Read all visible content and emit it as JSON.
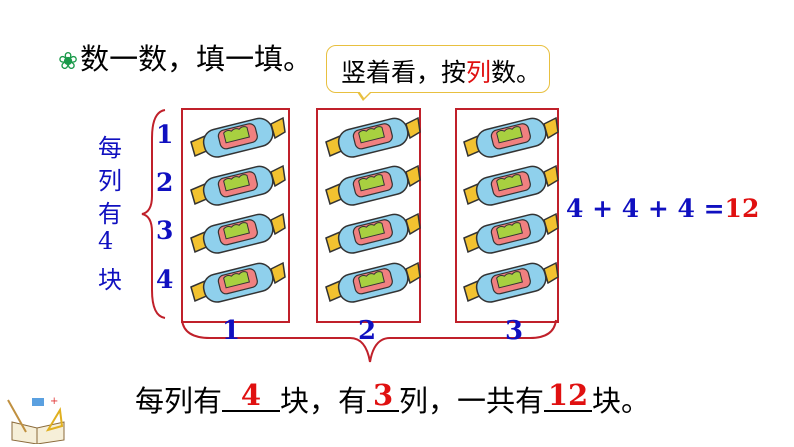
{
  "title": "数一数，填一填。",
  "hint": {
    "before": "竖着看，按",
    "highlight": "列",
    "after": "数。"
  },
  "left_label": [
    "每",
    "列",
    "有",
    "4",
    "块"
  ],
  "row_numbers": [
    "1",
    "2",
    "3",
    "4"
  ],
  "column_labels": [
    "1",
    "2",
    "3"
  ],
  "equation": {
    "expr": "4 + 4 + 4 =",
    "result": "12"
  },
  "sentence": {
    "p1": "每列有",
    "a1": "4",
    "p2": "块，有",
    "a2": "3",
    "p3": "列，一共有",
    "a3": "12",
    "p4": "块。"
  },
  "colors": {
    "accent": "#e01010",
    "blue": "#1010c0",
    "box": "#c0202a"
  }
}
